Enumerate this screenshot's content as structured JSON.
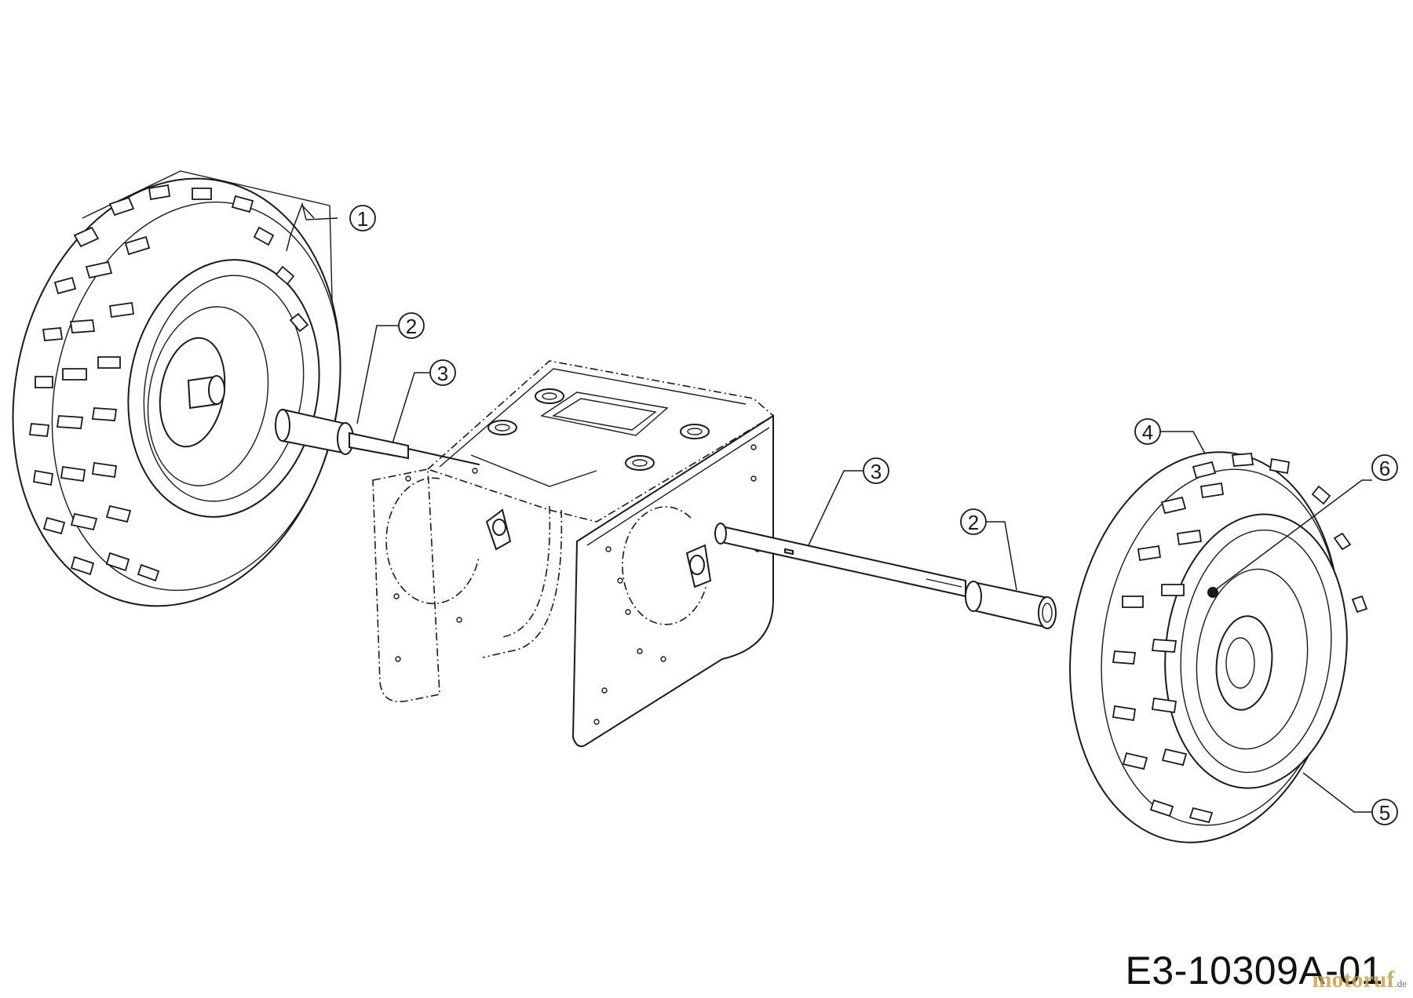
{
  "drawing_code": "E3-10309A-01",
  "watermark": {
    "brand": "motoruf",
    "domain": ".de"
  },
  "callouts": [
    {
      "id": "c1",
      "label": "1"
    },
    {
      "id": "c2a",
      "label": "2"
    },
    {
      "id": "c3a",
      "label": "3"
    },
    {
      "id": "c3b",
      "label": "3"
    },
    {
      "id": "c2b",
      "label": "2"
    },
    {
      "id": "c4",
      "label": "4"
    },
    {
      "id": "c6",
      "label": "6"
    },
    {
      "id": "c5",
      "label": "5"
    }
  ]
}
